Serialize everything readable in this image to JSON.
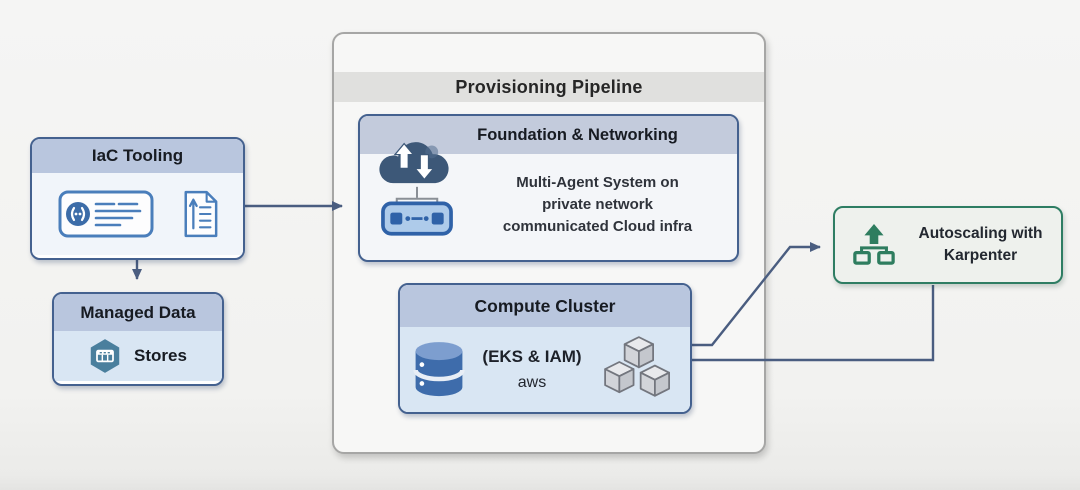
{
  "diagram": {
    "nodes": {
      "iac": {
        "title": "IaC Tooling"
      },
      "managed_data": {
        "header": "Managed Data",
        "body": "Stores"
      },
      "pipeline": {
        "title": "Provisioning Pipeline"
      },
      "foundation": {
        "title": "Foundation & Networking",
        "lines": [
          "Multi-Agent System on",
          "private network",
          "communicated Cloud infra"
        ]
      },
      "compute": {
        "title": "Compute Cluster",
        "subtitle": "(EKS & IAM)",
        "provider": "aws"
      },
      "autoscaling": {
        "lines": [
          "Autoscaling with",
          "Karpenter"
        ]
      }
    },
    "icons": [
      "iac-config-card-icon",
      "iac-script-file-icon",
      "data-store-hexagon-icon",
      "cloud-sync-network-icon",
      "database-icon",
      "compute-cubes-icon",
      "autoscaler-tree-icon"
    ],
    "colors": {
      "node_header": "#b9c6de",
      "node_border": "#44618f",
      "node_body_blue": "#d9e6f3",
      "node_body_light": "#f1f5fa",
      "pipeline_band": "#e0e0de",
      "pipeline_border": "#a6a6a5",
      "connector": "#4a5d80",
      "autoscaling_border": "#2e7d63",
      "autoscaling_bg": "#eef1ed",
      "icon_blue": "#4a7ebb",
      "icon_dark_blue": "#3d5878",
      "icon_teal": "#4a7f9d",
      "icon_green": "#2e7d5f"
    }
  }
}
